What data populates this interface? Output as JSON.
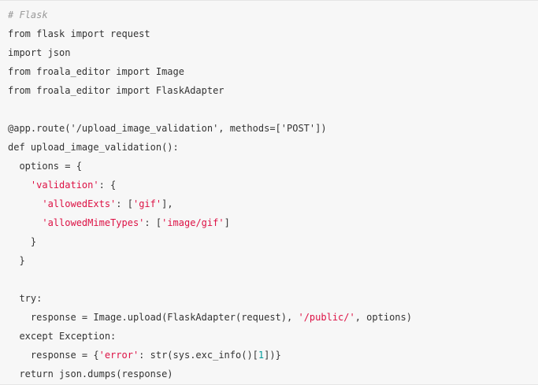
{
  "code": {
    "language": "python",
    "lines": [
      [
        {
          "t": "# Flask",
          "k": "comment"
        }
      ],
      [
        {
          "t": "from flask import request",
          "k": "plain"
        }
      ],
      [
        {
          "t": "import json",
          "k": "plain"
        }
      ],
      [
        {
          "t": "from froala_editor import Image",
          "k": "plain"
        }
      ],
      [
        {
          "t": "from froala_editor import FlaskAdapter",
          "k": "plain"
        }
      ],
      [],
      [
        {
          "t": "@app.route('/upload_image_validation', methods=['POST'])",
          "k": "plain"
        }
      ],
      [
        {
          "t": "def upload_image_validation():",
          "k": "plain"
        }
      ],
      [
        {
          "t": "  options = {",
          "k": "plain"
        }
      ],
      [
        {
          "t": "    ",
          "k": "plain"
        },
        {
          "t": "'validation'",
          "k": "str"
        },
        {
          "t": ": {",
          "k": "plain"
        }
      ],
      [
        {
          "t": "      ",
          "k": "plain"
        },
        {
          "t": "'allowedExts'",
          "k": "str"
        },
        {
          "t": ": [",
          "k": "plain"
        },
        {
          "t": "'gif'",
          "k": "str"
        },
        {
          "t": "],",
          "k": "plain"
        }
      ],
      [
        {
          "t": "      ",
          "k": "plain"
        },
        {
          "t": "'allowedMimeTypes'",
          "k": "str"
        },
        {
          "t": ": [",
          "k": "plain"
        },
        {
          "t": "'image/gif'",
          "k": "str"
        },
        {
          "t": "]",
          "k": "plain"
        }
      ],
      [
        {
          "t": "    }",
          "k": "plain"
        }
      ],
      [
        {
          "t": "  }",
          "k": "plain"
        }
      ],
      [],
      [
        {
          "t": "  try:",
          "k": "plain"
        }
      ],
      [
        {
          "t": "    response = Image.upload(FlaskAdapter(request), ",
          "k": "plain"
        },
        {
          "t": "'/public/'",
          "k": "str"
        },
        {
          "t": ", options)",
          "k": "plain"
        }
      ],
      [
        {
          "t": "  except Exception:",
          "k": "plain"
        }
      ],
      [
        {
          "t": "    response = {",
          "k": "plain"
        },
        {
          "t": "'error'",
          "k": "str"
        },
        {
          "t": ": str(sys.exc_info()[",
          "k": "plain"
        },
        {
          "t": "1",
          "k": "num"
        },
        {
          "t": "])}",
          "k": "plain"
        }
      ],
      [
        {
          "t": "  return json.dumps(response)",
          "k": "plain"
        }
      ]
    ]
  },
  "colors": {
    "background": "#f7f7f7",
    "text": "#333333",
    "comment": "#999999",
    "string": "#dd1144",
    "number": "#009999"
  }
}
